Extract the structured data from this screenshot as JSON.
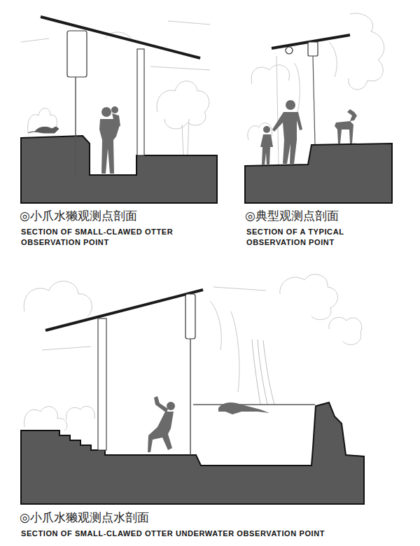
{
  "diagram": {
    "labels": [
      "◎小爪水獭观测点剖面",
      "SECTION OF SMALL-CLAWED OTTER OBSERVATION POINT",
      "◎典型观测点剖面",
      "SECTION OF A TYPICAL OBSERVATION POINT",
      "◎小爪水獭观测点水剖面",
      "SECTION OF SMALL-CLAWED OTTER UNDERWATER OBSERVATION POINT"
    ]
  }
}
